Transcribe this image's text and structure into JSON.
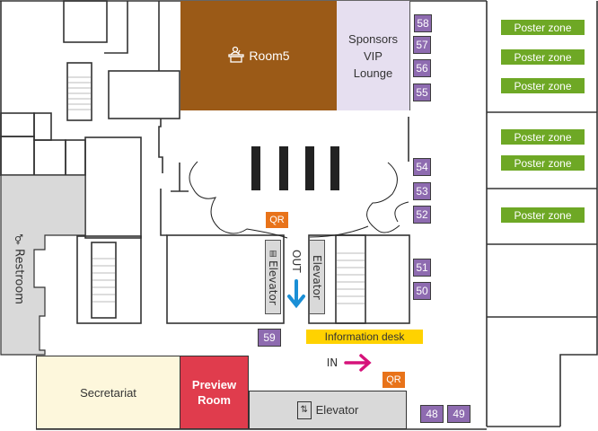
{
  "rooms": {
    "room5": {
      "label": "Room5",
      "icon": "podium-icon",
      "color": "#9b5a17"
    },
    "sponsors_vip": {
      "lines": [
        "Sponsors",
        "VIP",
        "Lounge"
      ],
      "color": "#e6dff0"
    },
    "secretariat": {
      "label": "Secretariat",
      "color": "#fdf7dc"
    },
    "preview_room": {
      "lines": [
        "Preview",
        "Room"
      ],
      "color": "#e03c4d"
    },
    "restroom": {
      "label": "Restroom",
      "icon": "restroom-icon",
      "color": "#d9d9d9"
    },
    "elevator_bottom": {
      "label": "Elevator",
      "icon": "elevator-icon"
    },
    "elevator_left": {
      "label": "Elevator",
      "icon": "elevator-icon"
    },
    "elevator_right": {
      "label": "Elevator"
    }
  },
  "booths": [
    "58",
    "57",
    "56",
    "55",
    "54",
    "53",
    "52",
    "51",
    "50",
    "59",
    "48",
    "49"
  ],
  "poster_zones": [
    "Poster zone",
    "Poster zone",
    "Poster zone",
    "Poster zone",
    "Poster zone",
    "Poster zone"
  ],
  "markers": {
    "qr_top": "QR",
    "qr_bottom": "QR",
    "out_label": "OUT",
    "in_label": "IN",
    "information_desk": "Information desk"
  },
  "colors": {
    "booth": "#8e6bb0",
    "poster": "#6ea825",
    "qr": "#e8731a",
    "info_desk": "#ffd200",
    "out_arrow": "#1a8fd6",
    "in_arrow": "#d6127a"
  }
}
